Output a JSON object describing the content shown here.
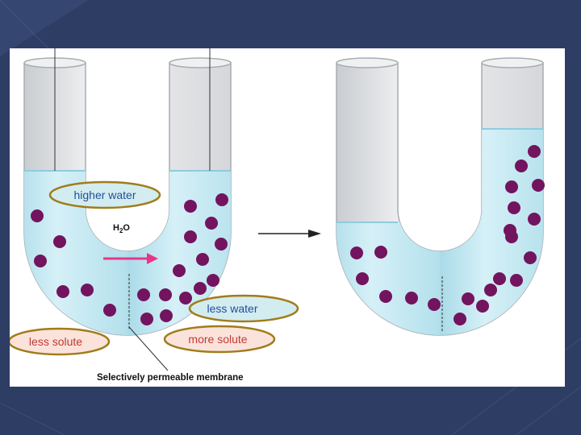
{
  "slide": {
    "background_color": "#2d3d64",
    "accent_color": "#3d4f7c"
  },
  "diagram": {
    "arrow_symbol": "→",
    "water_molecule": {
      "base": "H",
      "subscript": "2",
      "tail": "O"
    },
    "membrane_label": "Selectively permeable membrane",
    "callouts": {
      "higher_water": "higher water",
      "less_water": "less water",
      "less_solute": "less solute",
      "more_solute": "more solute"
    },
    "colors": {
      "water": "#bfe6f0",
      "solute": "#73145f",
      "water_arrow": "#e8358a",
      "callout_border": "#a07c1a",
      "callout_blue_fill": "#d3ecef",
      "callout_pink_fill": "#fbe3dc",
      "blue_text": "#1f4f9e",
      "red_text": "#c13b34"
    }
  }
}
